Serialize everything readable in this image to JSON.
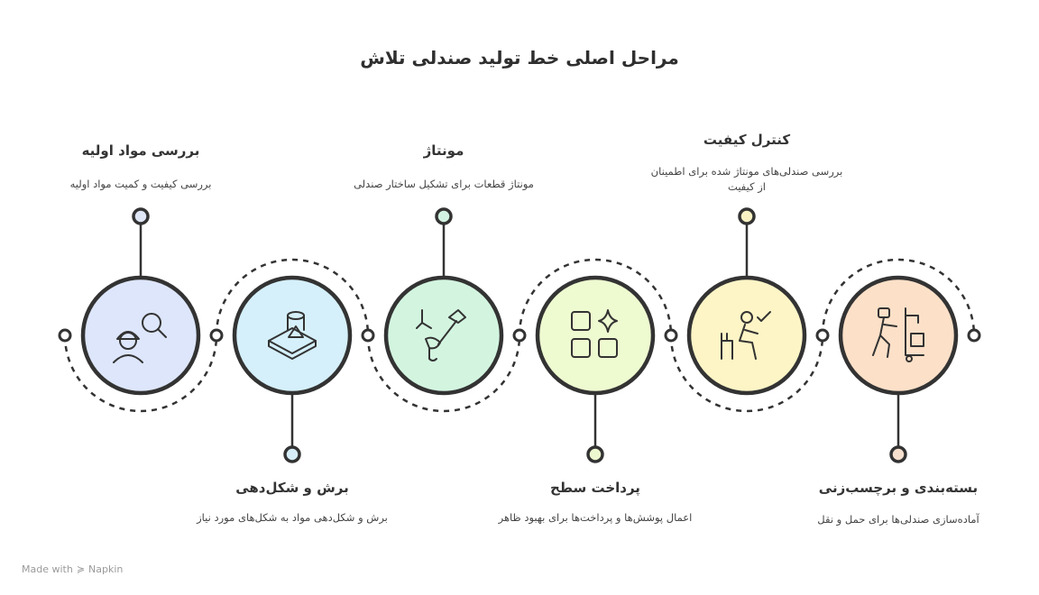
{
  "page": {
    "title": "مراحل اصلی خط تولید صندلی تلاش",
    "footer_prefix": "Made with",
    "footer_brand": "Napkin"
  },
  "steps": [
    {
      "title": "بررسی مواد اولیه",
      "desc": "بررسی کیفیت و کمیت مواد اولیه",
      "icon": "worker-search-icon",
      "fill": "#dde6fb",
      "dot": "#dfe6f6"
    },
    {
      "title": "برش و شکل‌دهی",
      "desc": "برش و شکل‌دهی مواد به شکل‌های مورد نیاز",
      "icon": "cutting-machine-icon",
      "fill": "#d5f0fb",
      "dot": "#d5eef9"
    },
    {
      "title": "مونتاژ",
      "desc": "مونتاژ قطعات برای تشکیل ساختار صندلی",
      "icon": "assembly-tools-icon",
      "fill": "#d3f5e0",
      "dot": "#d3f3e2"
    },
    {
      "title": "پرداخت سطح",
      "desc": "اعمال پوشش‌ها و پرداخت‌ها برای بهبود ظاهر",
      "icon": "finish-grid-sparkle-icon",
      "fill": "#eefad0",
      "dot": "#eef8cf"
    },
    {
      "title": "کنترل کیفیت",
      "desc": "بررسی صندلی‌های مونتاژ شده برای اطمینان از کیفیت",
      "icon": "inspector-check-icon",
      "fill": "#fdf5c6",
      "dot": "#fbf2c4"
    },
    {
      "title": "بسته‌بندی و برچسب‌زنی",
      "desc": "آماده‌سازی صندلی‌ها برای حمل و نقل",
      "icon": "packing-cart-icon",
      "fill": "#fde0c8",
      "dot": "#f8e0cf"
    }
  ]
}
